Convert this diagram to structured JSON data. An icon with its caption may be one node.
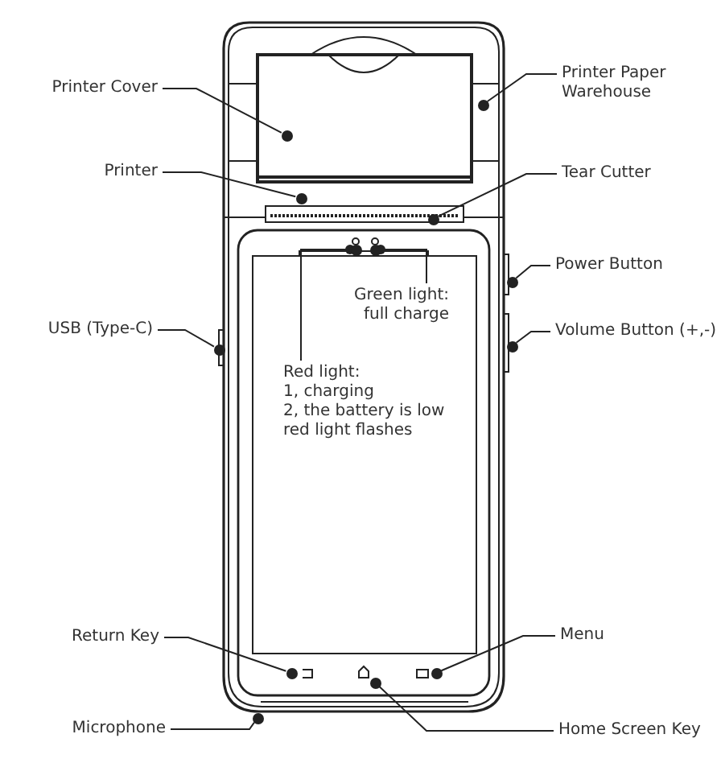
{
  "diagram": {
    "nodes": [
      {
        "text": [
          "Printer Cover"
        ]
      },
      {
        "text": [],
        "shape": "circle"
      },
      {
        "text": [
          "Printer Paper Warehouse"
        ]
      },
      {
        "text": [],
        "shape": "circle"
      },
      {
        "text": [
          "Printer"
        ]
      },
      {
        "text": [],
        "shape": "circle"
      },
      {
        "text": [
          "Tear Cutter"
        ]
      },
      {
        "text": [],
        "shape": "circle"
      },
      {
        "text": [],
        "shape": "circle"
      },
      {
        "text": [],
        "shape": "circle"
      },
      {
        "text": [
          "Power Button"
        ]
      },
      {
        "text": [],
        "shape": "circle"
      },
      {
        "text": [
          "Green light:",
          "full charge"
        ]
      },
      {
        "text": [
          "USB (Type-C)"
        ]
      },
      {
        "text": [],
        "shape": "circle"
      },
      {
        "text": [
          "Volume Button (+,-)"
        ]
      },
      {
        "text": [],
        "shape": "circle"
      },
      {
        "text": [
          "Red light:",
          "1, charging",
          "2, the battery is low red light flashes"
        ]
      },
      {
        "text": [
          "Return Key"
        ]
      },
      {
        "text": [],
        "shape": "circle"
      },
      {
        "text": [
          "Menu"
        ]
      },
      {
        "text": [],
        "shape": "circle"
      },
      {
        "text": [
          "Microphone"
        ]
      },
      {
        "text": [],
        "shape": "circle"
      },
      {
        "text": [
          "Home Screen Key"
        ]
      },
      {
        "text": [],
        "shape": "circle"
      }
    ],
    "edges": [
      {
        "from": 0,
        "to": 1,
        "arrow": "none"
      },
      {
        "from": 2,
        "to": 3,
        "arrow": "none"
      },
      {
        "from": 4,
        "to": 5,
        "arrow": "none"
      },
      {
        "from": 6,
        "to": 7,
        "arrow": "none"
      },
      {
        "from": 17,
        "to": 8,
        "arrow": "other"
      },
      {
        "from": 12,
        "to": 9,
        "arrow": "other"
      },
      {
        "from": 10,
        "to": 11,
        "arrow": "none"
      },
      {
        "from": 13,
        "to": 14,
        "arrow": "none"
      },
      {
        "from": 15,
        "to": 16,
        "arrow": "none"
      },
      {
        "from": 18,
        "to": 19,
        "arrow": "none"
      },
      {
        "from": 20,
        "to": 21,
        "arrow": "none"
      },
      {
        "from": 22,
        "to": 23,
        "arrow": "none"
      },
      {
        "from": 24,
        "to": 25,
        "arrow": "none"
      }
    ]
  }
}
